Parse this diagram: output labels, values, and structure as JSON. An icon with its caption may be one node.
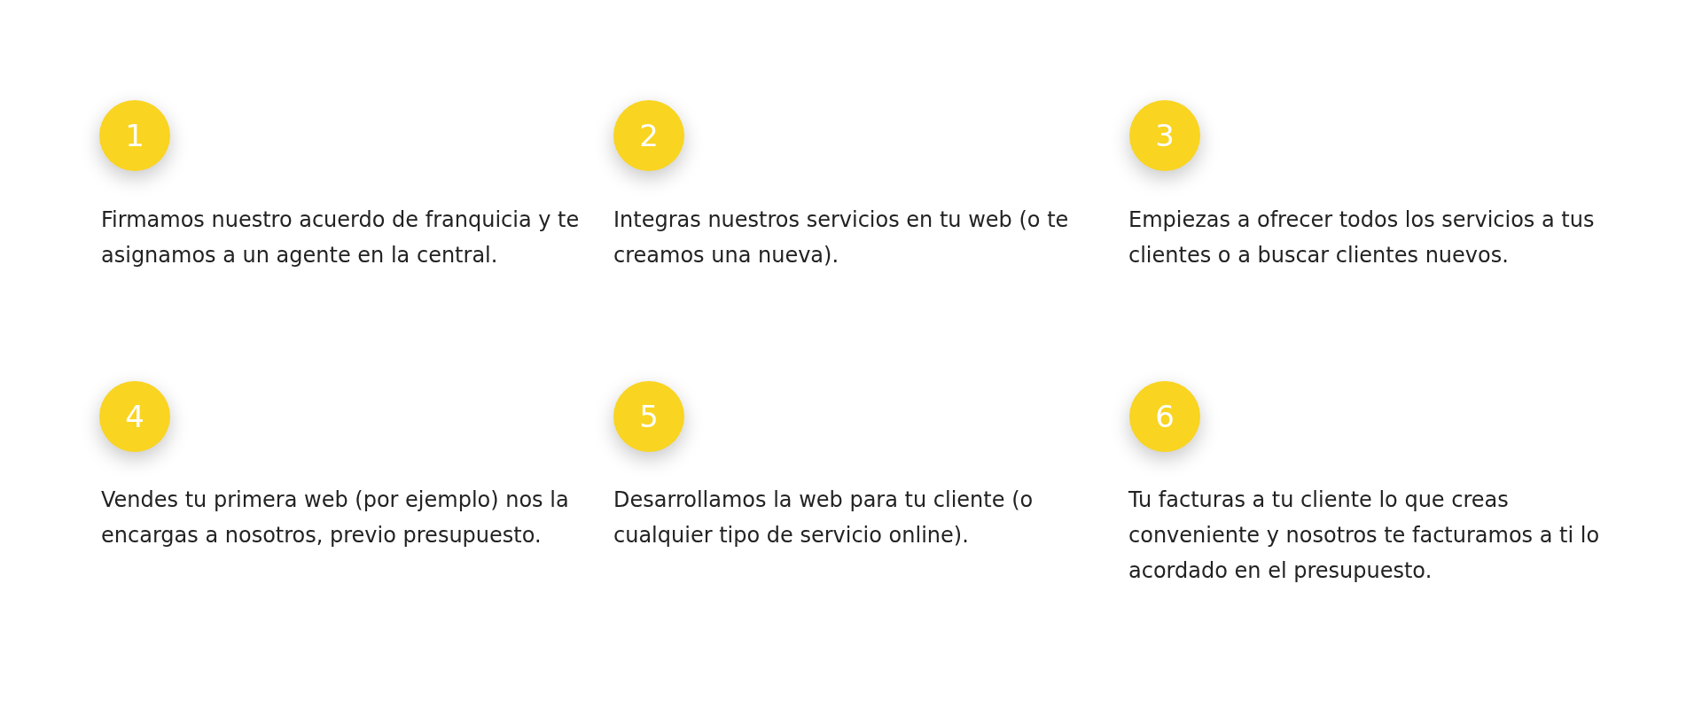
{
  "diagram": {
    "nodes": [
      {
        "text": [
          "1"
        ],
        "beside": [
          "Firmamos nuestro acuerdo de franquicia y te asignamos a un agente en la central."
        ]
      },
      {
        "text": [
          "2"
        ],
        "beside": [
          "Integras nuestros servicios en tu web (o te creamos una nueva)."
        ]
      },
      {
        "text": [
          "3"
        ],
        "beside": [
          "Empiezas a ofrecer todos los servicios a tus clientes o a buscar clientes nuevos."
        ]
      },
      {
        "text": [
          "4"
        ],
        "beside": [
          "Vendes tu primera web (por ejemplo) nos la encargas a nosotros, previo presupuesto."
        ]
      },
      {
        "text": [
          "5"
        ],
        "beside": [
          "Desarrollamos la web para tu cliente (o cualquier tipo de servicio online)."
        ]
      },
      {
        "text": [
          "6"
        ],
        "beside": [
          "Tu facturas a tu cliente lo que creas conveniente y nosotros te facturamos a ti lo acordado en el presupuesto."
        ]
      }
    ]
  }
}
